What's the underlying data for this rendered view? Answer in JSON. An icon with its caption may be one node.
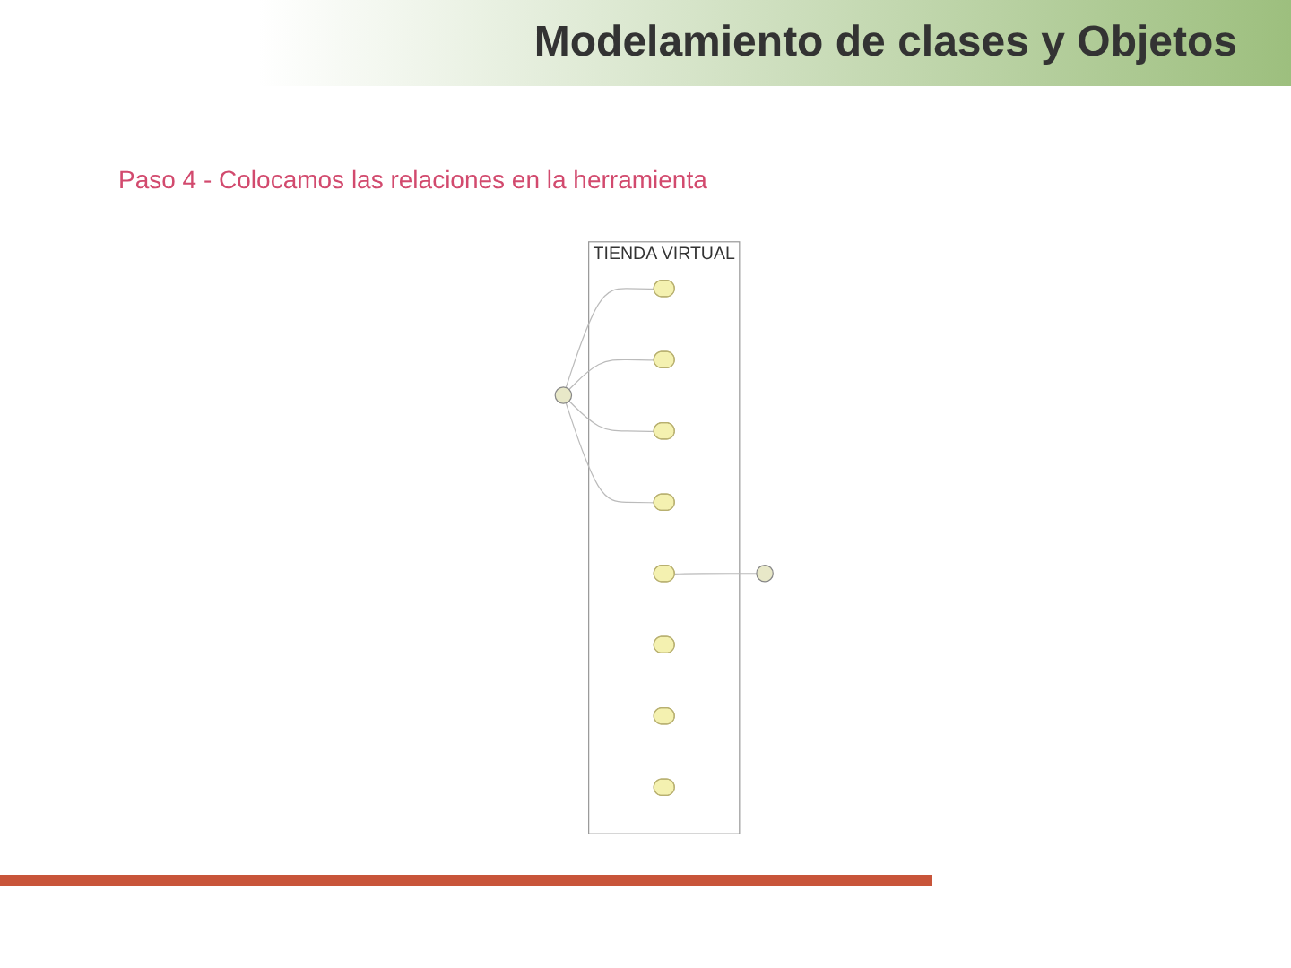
{
  "diagram": {
    "title": "Modelamiento de clases y Objetos",
    "caption": "Paso 4 - Colocamos las relaciones en la herramienta",
    "nodes": [
      {
        "text": [],
        "shape": "person"
      },
      {
        "text": [
          "TIENDA VIRTUAL"
        ]
      },
      {
        "text": [],
        "shape": "ellipse",
        "in": 1
      },
      {
        "text": [],
        "shape": "ellipse",
        "in": 1
      },
      {
        "text": [],
        "shape": "ellipse",
        "in": 1
      },
      {
        "text": [],
        "shape": "ellipse",
        "in": 1
      },
      {
        "text": [],
        "shape": "ellipse",
        "in": 1
      },
      {
        "text": [],
        "shape": "ellipse",
        "in": 1
      },
      {
        "text": [],
        "shape": "ellipse",
        "in": 1
      },
      {
        "text": [],
        "shape": "ellipse",
        "in": 1
      },
      {
        "text": [],
        "shape": "person"
      }
    ],
    "edges": [
      {
        "from": 0,
        "to": 2,
        "arrow": "none"
      },
      {
        "from": 0,
        "to": 3,
        "arrow": "none"
      },
      {
        "from": 0,
        "to": 4,
        "arrow": "none"
      },
      {
        "from": 0,
        "to": 5,
        "arrow": "none"
      },
      {
        "from": 6,
        "to": 10,
        "arrow": "none"
      }
    ]
  }
}
